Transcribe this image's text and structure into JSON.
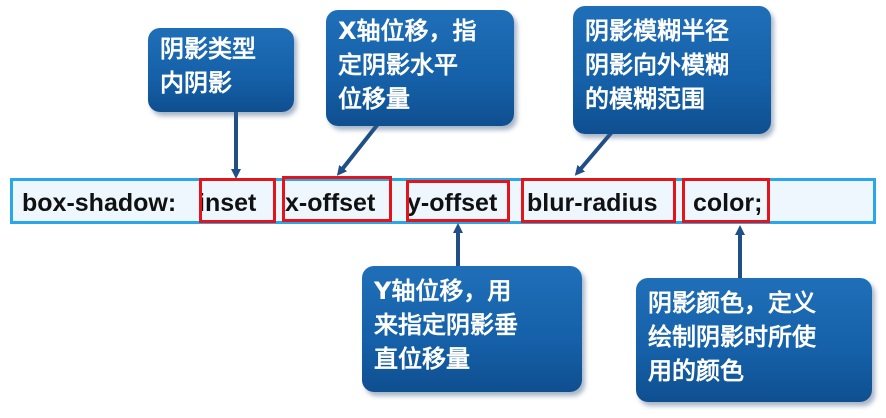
{
  "code": {
    "prefix": "box-shadow:",
    "tokens": {
      "inset": "inset",
      "x_offset": "x-offset",
      "y_offset": "y-offset",
      "blur_radius": "blur-radius",
      "color": "color;"
    }
  },
  "callouts": {
    "shadow_type": {
      "line1": "阴影类型",
      "line2": "内阴影"
    },
    "x_offset": {
      "line1": "X轴位移，指",
      "line2": "定阴影水平",
      "line3": "位移量"
    },
    "blur_radius": {
      "line1": "阴影模糊半径",
      "line2": "阴影向外模糊",
      "line3": "的模糊范围"
    },
    "y_offset": {
      "line1": "Y轴位移，用",
      "line2": "来指定阴影垂",
      "line3": "直位移量"
    },
    "color": {
      "line1": "阴影颜色，定义",
      "line2": "绘制阴影时所使",
      "line3": "用的颜色"
    }
  },
  "colors": {
    "callout_bg": "#1560a8",
    "highlight_border": "#e3151a",
    "bar_border": "#2aa7ea",
    "arrow": "#1f4f86"
  }
}
